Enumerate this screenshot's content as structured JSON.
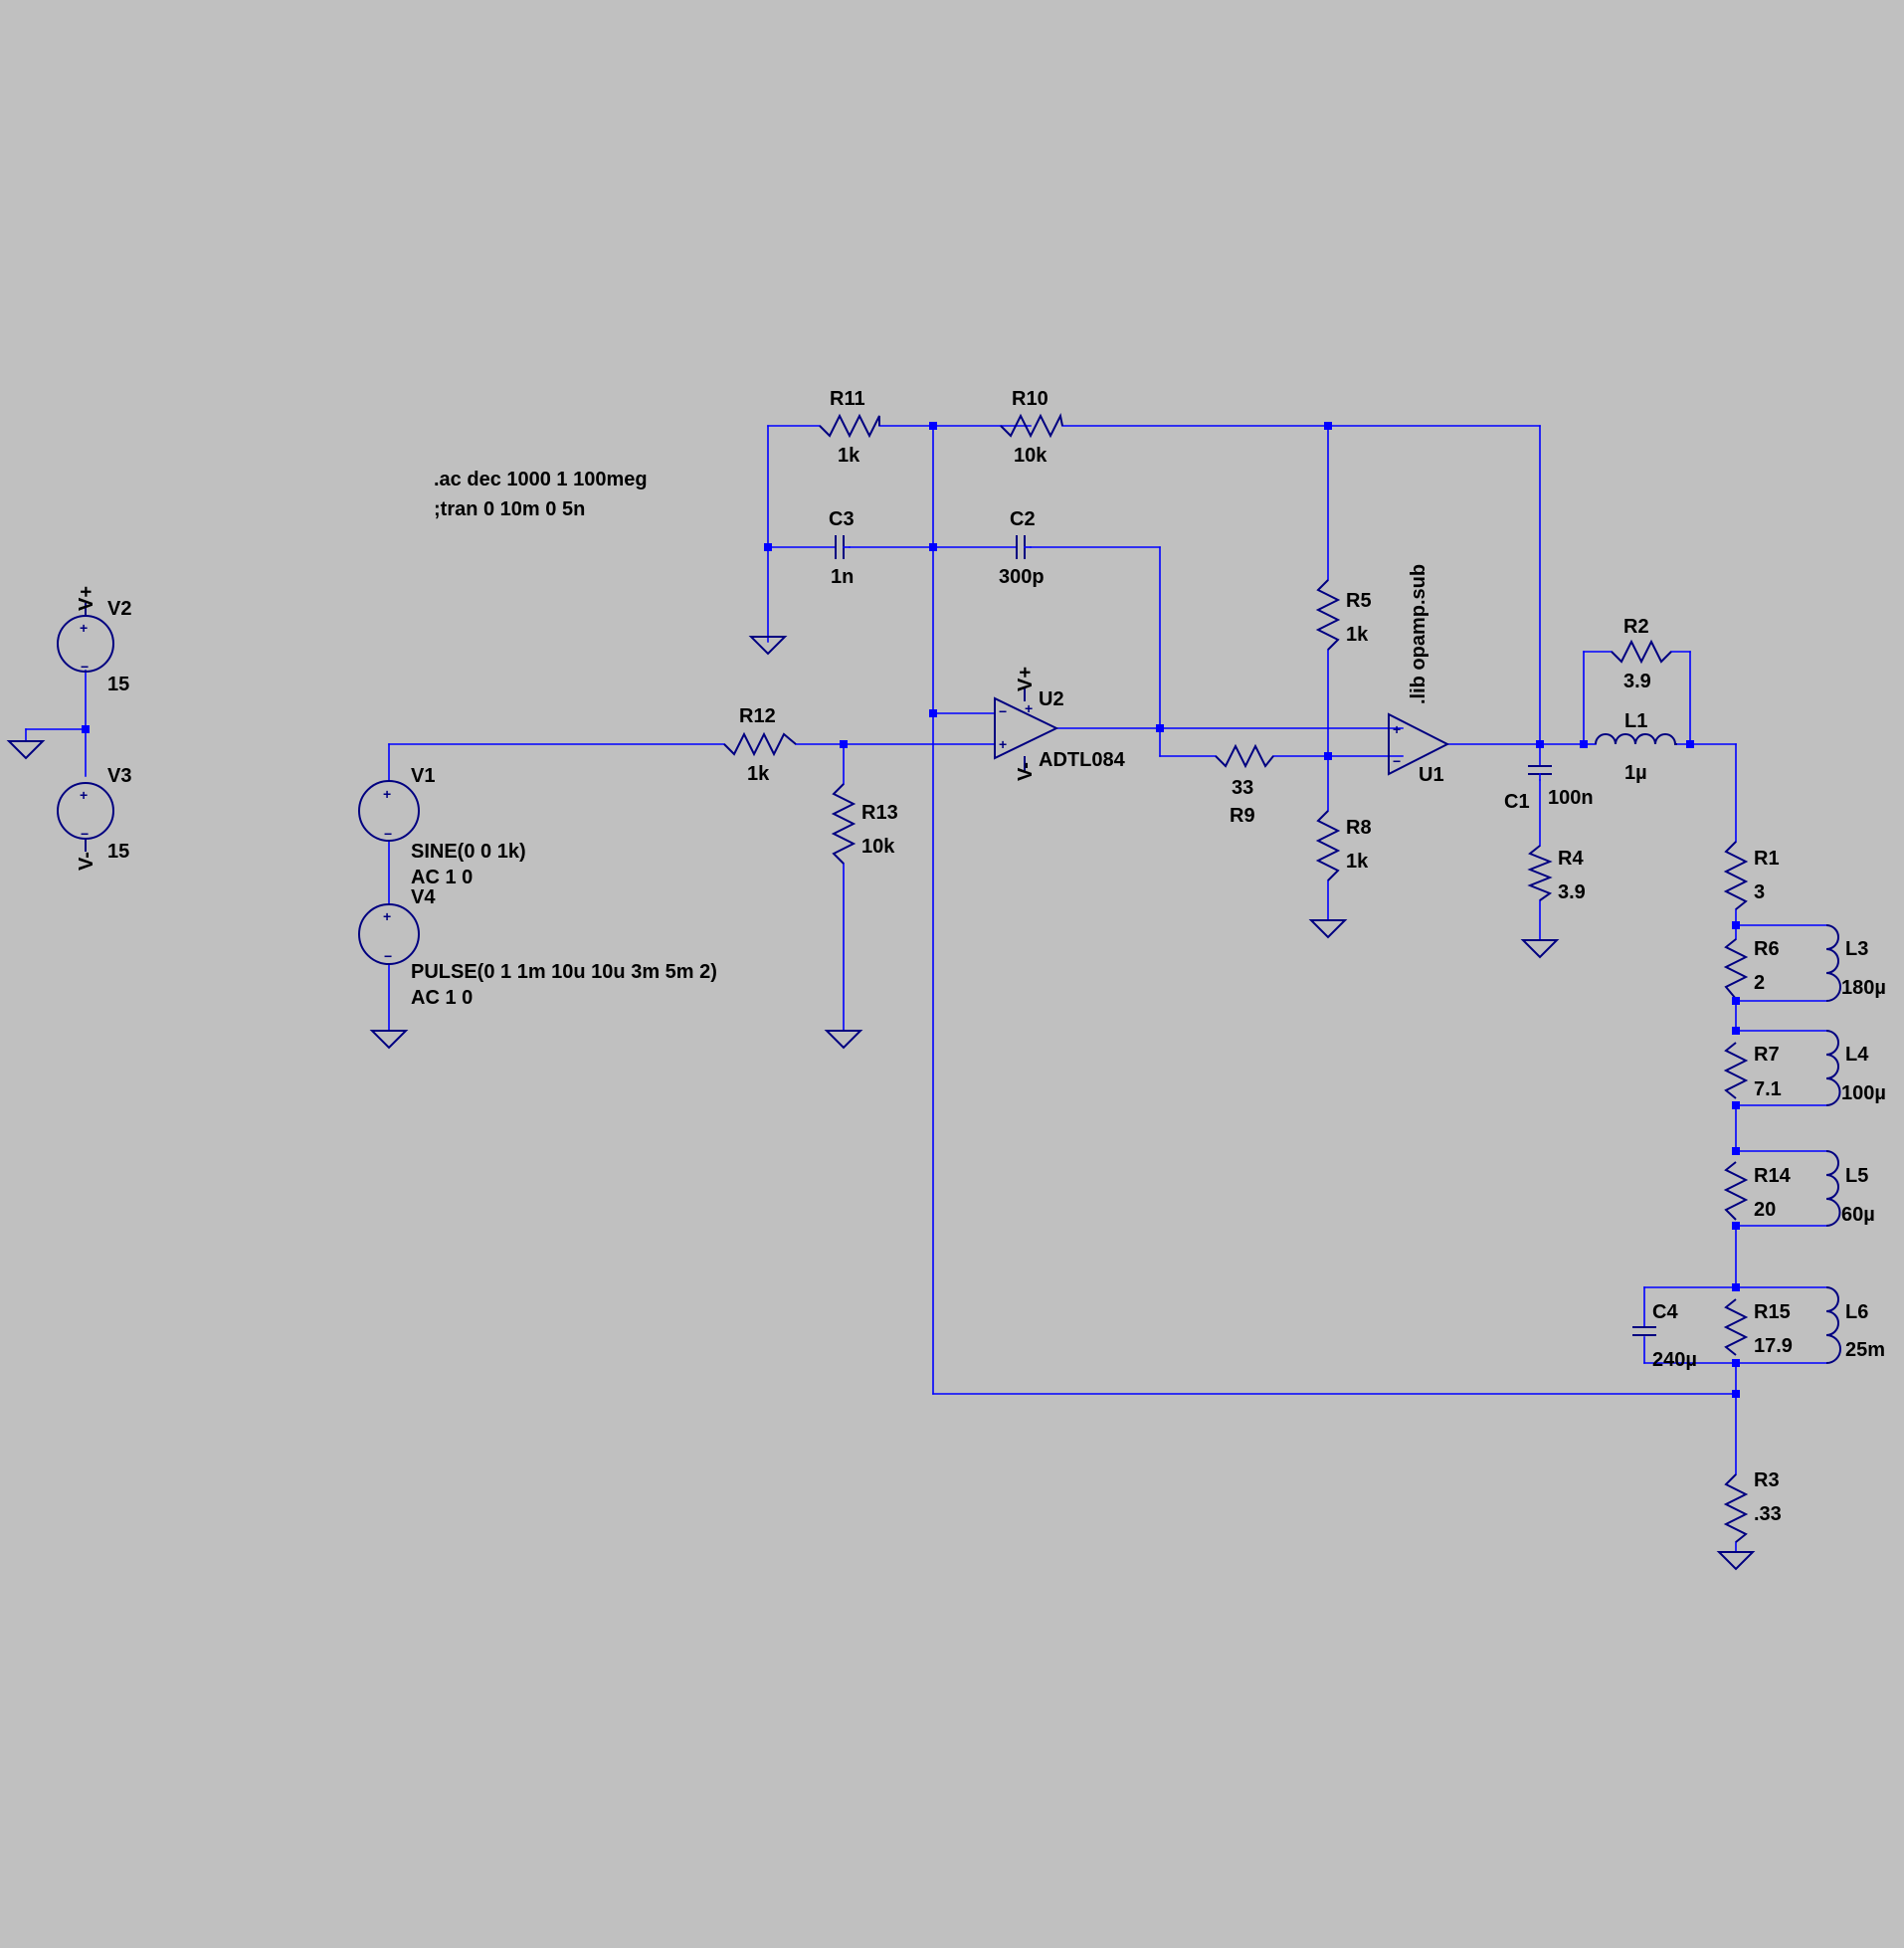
{
  "schematic": {
    "background_color": "#c0c0c0",
    "wire_color": "#0000ff",
    "component_color": "#000080",
    "directives": [
      ".ac dec 1000 1 100meg",
      ";tran 0 10m 0 5n"
    ],
    "lib_directive": ".lib opamp.sub",
    "components": [
      {
        "ref": "V2",
        "value": "15"
      },
      {
        "ref": "V3",
        "value": "15"
      },
      {
        "ref": "V1",
        "value": "SINE(0 0 1k)",
        "ac": "AC 1 0"
      },
      {
        "ref": "V4",
        "value": "PULSE(0 1 1m 10u 10u 3m 5m 2)",
        "ac": "AC 1 0"
      },
      {
        "ref": "R12",
        "value": "1k"
      },
      {
        "ref": "R13",
        "value": "10k"
      },
      {
        "ref": "R11",
        "value": "1k"
      },
      {
        "ref": "R10",
        "value": "10k"
      },
      {
        "ref": "C3",
        "value": "1n"
      },
      {
        "ref": "C2",
        "value": "300p"
      },
      {
        "ref": "U2",
        "value": "ADTL084"
      },
      {
        "ref": "R5",
        "value": "1k"
      },
      {
        "ref": "R8",
        "value": "1k"
      },
      {
        "ref": "R9",
        "value": "33"
      },
      {
        "ref": "U1",
        "value": ""
      },
      {
        "ref": "C1",
        "value": "100n"
      },
      {
        "ref": "R4",
        "value": "3.9"
      },
      {
        "ref": "R2",
        "value": "3.9"
      },
      {
        "ref": "L1",
        "value": "1µ"
      },
      {
        "ref": "R1",
        "value": "3"
      },
      {
        "ref": "R6",
        "value": "2"
      },
      {
        "ref": "L3",
        "value": "180µ"
      },
      {
        "ref": "R7",
        "value": "7.1"
      },
      {
        "ref": "L4",
        "value": "100µ"
      },
      {
        "ref": "R14",
        "value": "20"
      },
      {
        "ref": "L5",
        "value": "60µ"
      },
      {
        "ref": "C4",
        "value": "240µ"
      },
      {
        "ref": "R15",
        "value": "17.9"
      },
      {
        "ref": "L6",
        "value": "25m"
      },
      {
        "ref": "R3",
        "value": ".33"
      }
    ],
    "net_labels": {
      "vplus": "V+",
      "vminus": "V-"
    },
    "pin_signs": {
      "plus": "+",
      "minus": "−"
    }
  }
}
